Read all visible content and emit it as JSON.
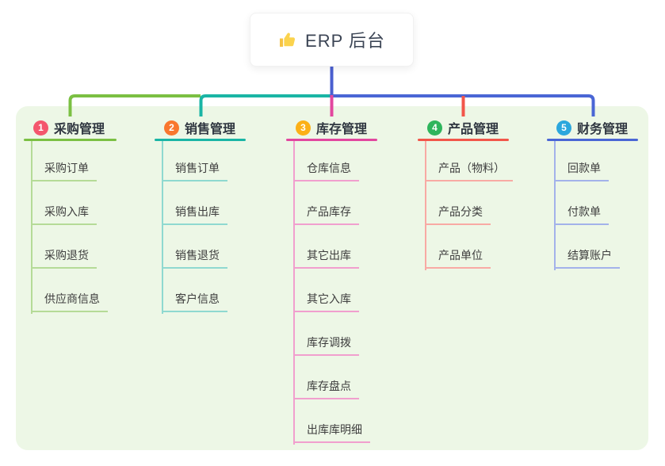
{
  "root": {
    "label": "ERP 后台",
    "icon": "thumbs-up-icon",
    "connector_color": "#4a5fd0"
  },
  "panel": {
    "background": "#edf7e6"
  },
  "branches": [
    {
      "number": "1",
      "label": "采购管理",
      "badge_color": "#f4566d",
      "line_color": "#7bc043",
      "line_color_light": "#b5db97",
      "children": [
        "采购订单",
        "采购入库",
        "采购退货",
        "供应商信息"
      ]
    },
    {
      "number": "2",
      "label": "销售管理",
      "badge_color": "#f9772e",
      "line_color": "#1ab5a5",
      "line_color_light": "#8fd9d0",
      "children": [
        "销售订单",
        "销售出库",
        "销售退货",
        "客户信息"
      ]
    },
    {
      "number": "3",
      "label": "库存管理",
      "badge_color": "#fcb017",
      "line_color": "#e2479f",
      "line_color_light": "#f19fce",
      "children": [
        "仓库信息",
        "产品库存",
        "其它出库",
        "其它入库",
        "库存调拨",
        "库存盘点",
        "出库库明细"
      ]
    },
    {
      "number": "4",
      "label": "产品管理",
      "badge_color": "#2fb55c",
      "line_color": "#f2564a",
      "line_color_light": "#f8aaa4",
      "children": [
        "产品（物料）",
        "产品分类",
        "产品单位"
      ]
    },
    {
      "number": "5",
      "label": "财务管理",
      "badge_color": "#2ba7dd",
      "line_color": "#4a66d5",
      "line_color_light": "#a3b2ea",
      "children": [
        "回款单",
        "付款单",
        "结算账户"
      ]
    }
  ]
}
